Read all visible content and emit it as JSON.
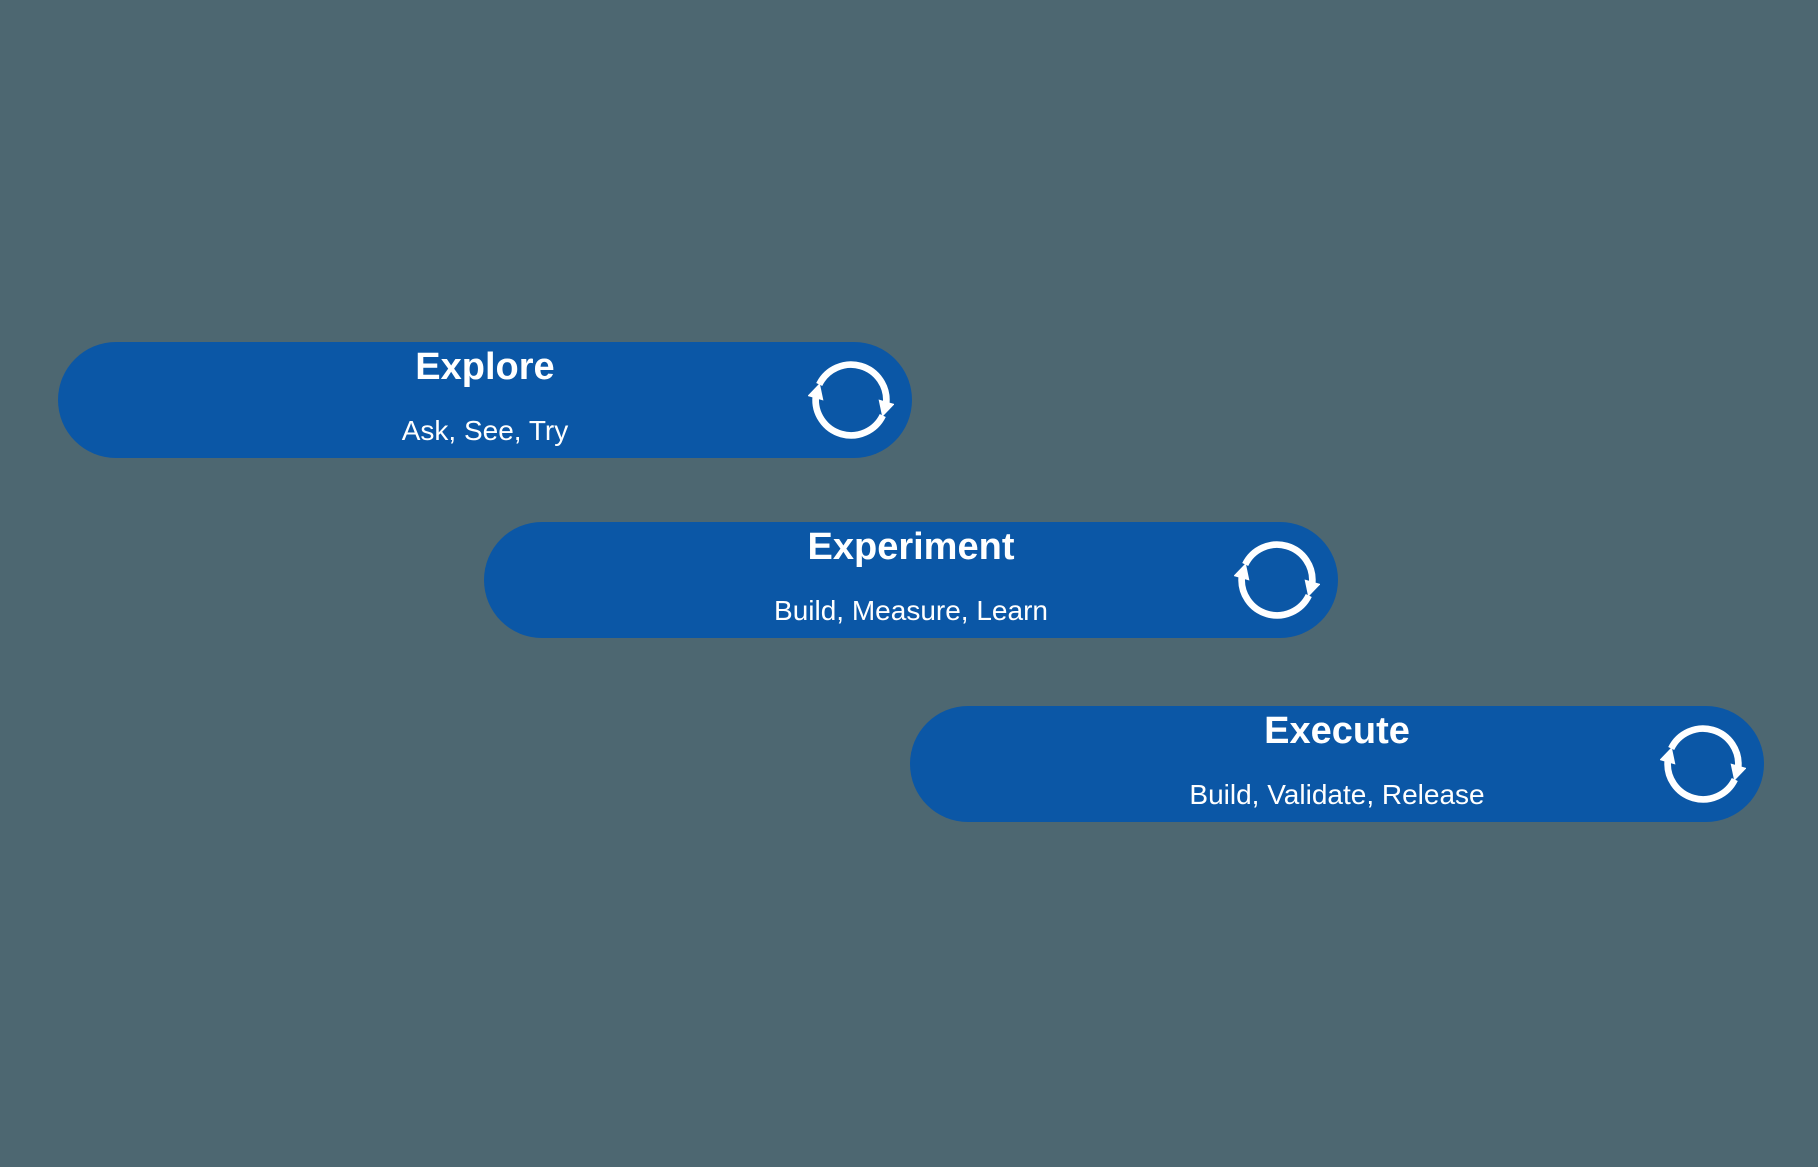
{
  "slide": {
    "background_color": "#4D6771",
    "stage_color": "#0B57A6",
    "text_color": "#FFFFFF"
  },
  "stages": [
    {
      "title": "Explore",
      "subtitle": "Ask, See, Try",
      "icon": "cycle-arrows-icon"
    },
    {
      "title": "Experiment",
      "subtitle": "Build, Measure, Learn",
      "icon": "cycle-arrows-icon"
    },
    {
      "title": "Execute",
      "subtitle": "Build, Validate, Release",
      "icon": "cycle-arrows-icon"
    }
  ]
}
